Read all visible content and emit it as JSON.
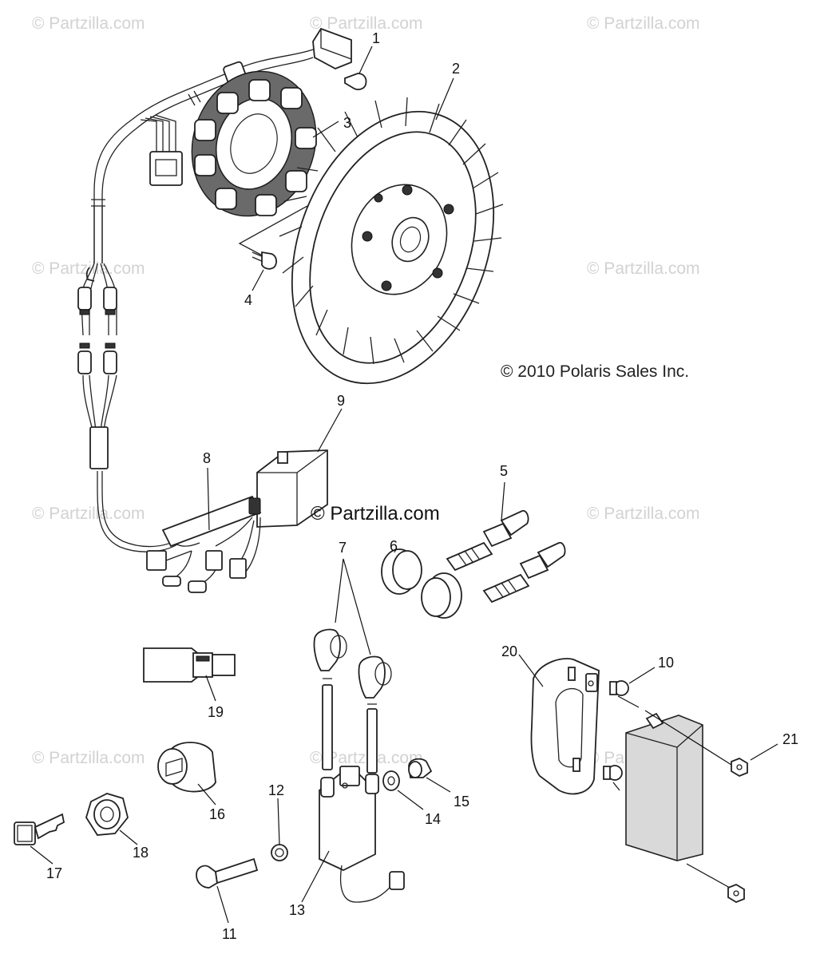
{
  "watermark": "© Partzilla.com",
  "center_watermark": "© Partzilla.com",
  "copyright": "© 2010 Polaris Sales Inc.",
  "callouts": [
    "1",
    "2",
    "3",
    "4",
    "5",
    "6",
    "7",
    "8",
    "9",
    "10",
    "11",
    "12",
    "13",
    "14",
    "15",
    "16",
    "17",
    "18",
    "19",
    "20",
    "21"
  ]
}
